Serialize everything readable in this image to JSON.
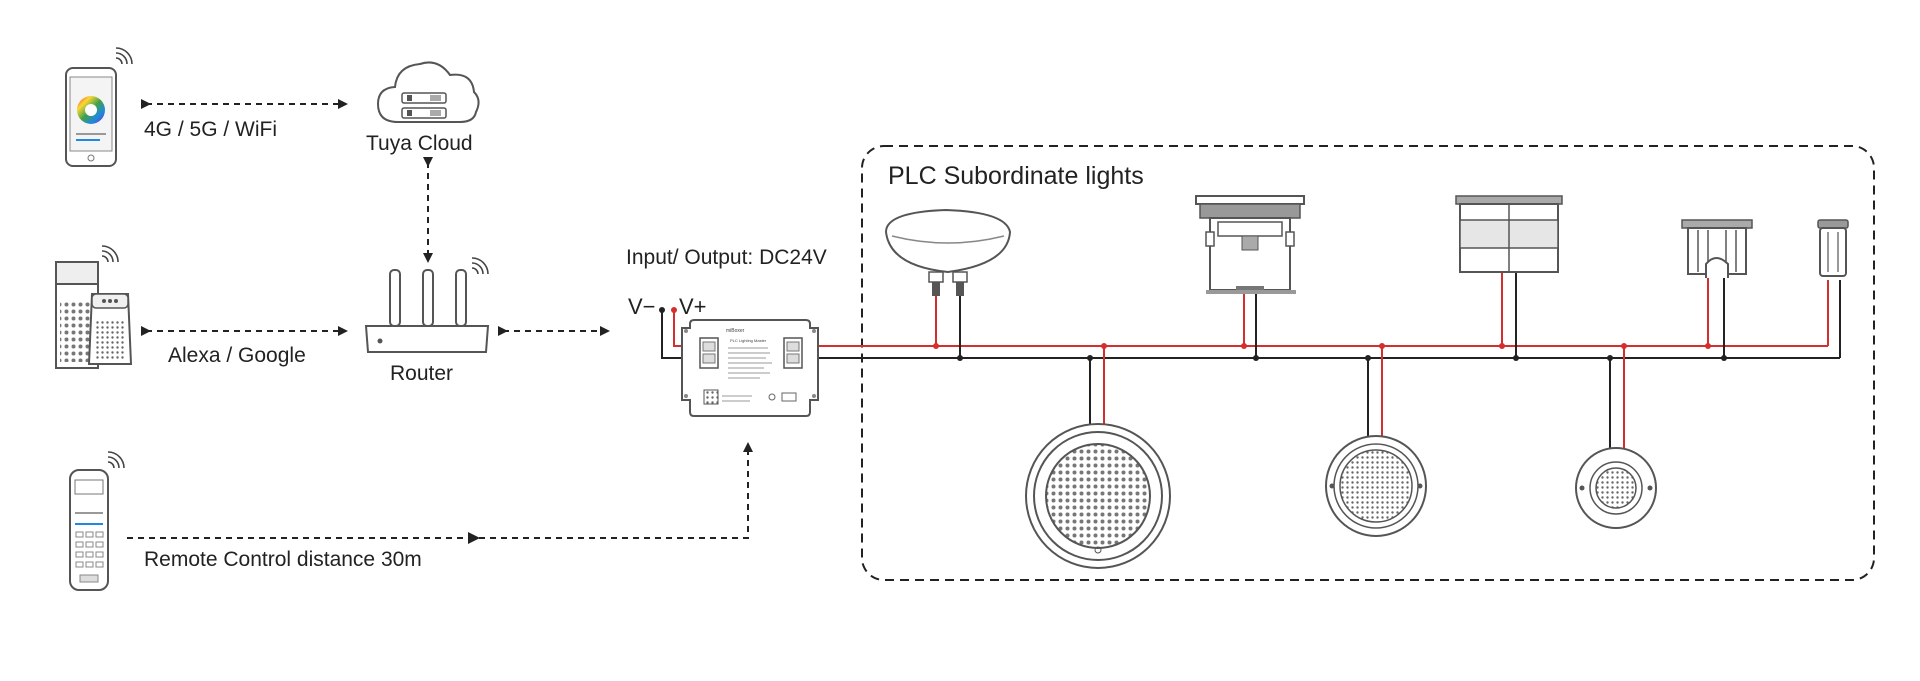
{
  "labels": {
    "network": "4G / 5G / WiFi",
    "cloud": "Tuya Cloud",
    "voice": "Alexa / Google",
    "router": "Router",
    "remote": "Remote Control distance 30m",
    "io": "Input/ Output: DC24V",
    "vminus": "V−",
    "vplus": "V+",
    "group": "PLC Subordinate lights"
  },
  "module": {
    "brand": "miBoxer",
    "title": "PLC Lighting Master"
  },
  "colors": {
    "line": "#222222",
    "positive": "#d32f2f",
    "device": "#555555",
    "accent": "#1e88e5"
  },
  "icons": [
    "smartphone-icon",
    "cloud-icon",
    "smart-speaker-icon",
    "router-icon",
    "remote-control-icon",
    "wifi-signal-icon"
  ]
}
